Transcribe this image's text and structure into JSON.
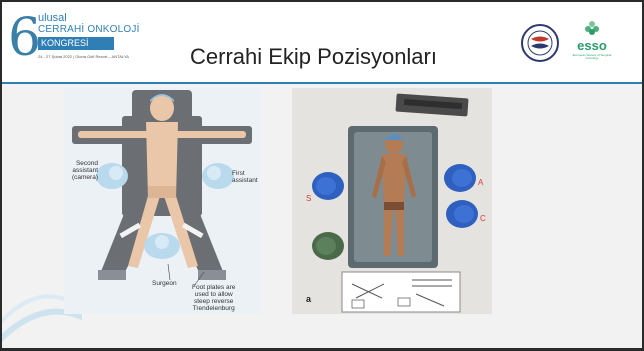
{
  "logo": {
    "number": "6",
    "line1": "ulusal",
    "line2": "CERRAHİ ONKOLOJİ",
    "line3": "KONGRESİ",
    "date": "24 - 27 Şubat 2022 | Gloria Golf Resort – ANTALYA"
  },
  "title": "Cerrahi Ekip Pozisyonları",
  "partner": {
    "esso_text": "esso",
    "esso_sub": "European Society of Surgical Oncology"
  },
  "left_figure": {
    "second_assistant": [
      "Second",
      "assistant",
      "(camera)"
    ],
    "first_assistant": [
      "First",
      "assistant"
    ],
    "surgeon": "Surgeon",
    "foot_plates": [
      "Foot plates are",
      "used to allow",
      "steep reverse",
      "Trendelenburg"
    ]
  },
  "right_figure": {
    "label_s": "S",
    "label_a": "A",
    "label_c": "C",
    "panel_letter": "a"
  },
  "colors": {
    "accent": "#2f7fb6",
    "esso_green": "#2a9d6a",
    "label_red": "#d63a3a"
  }
}
